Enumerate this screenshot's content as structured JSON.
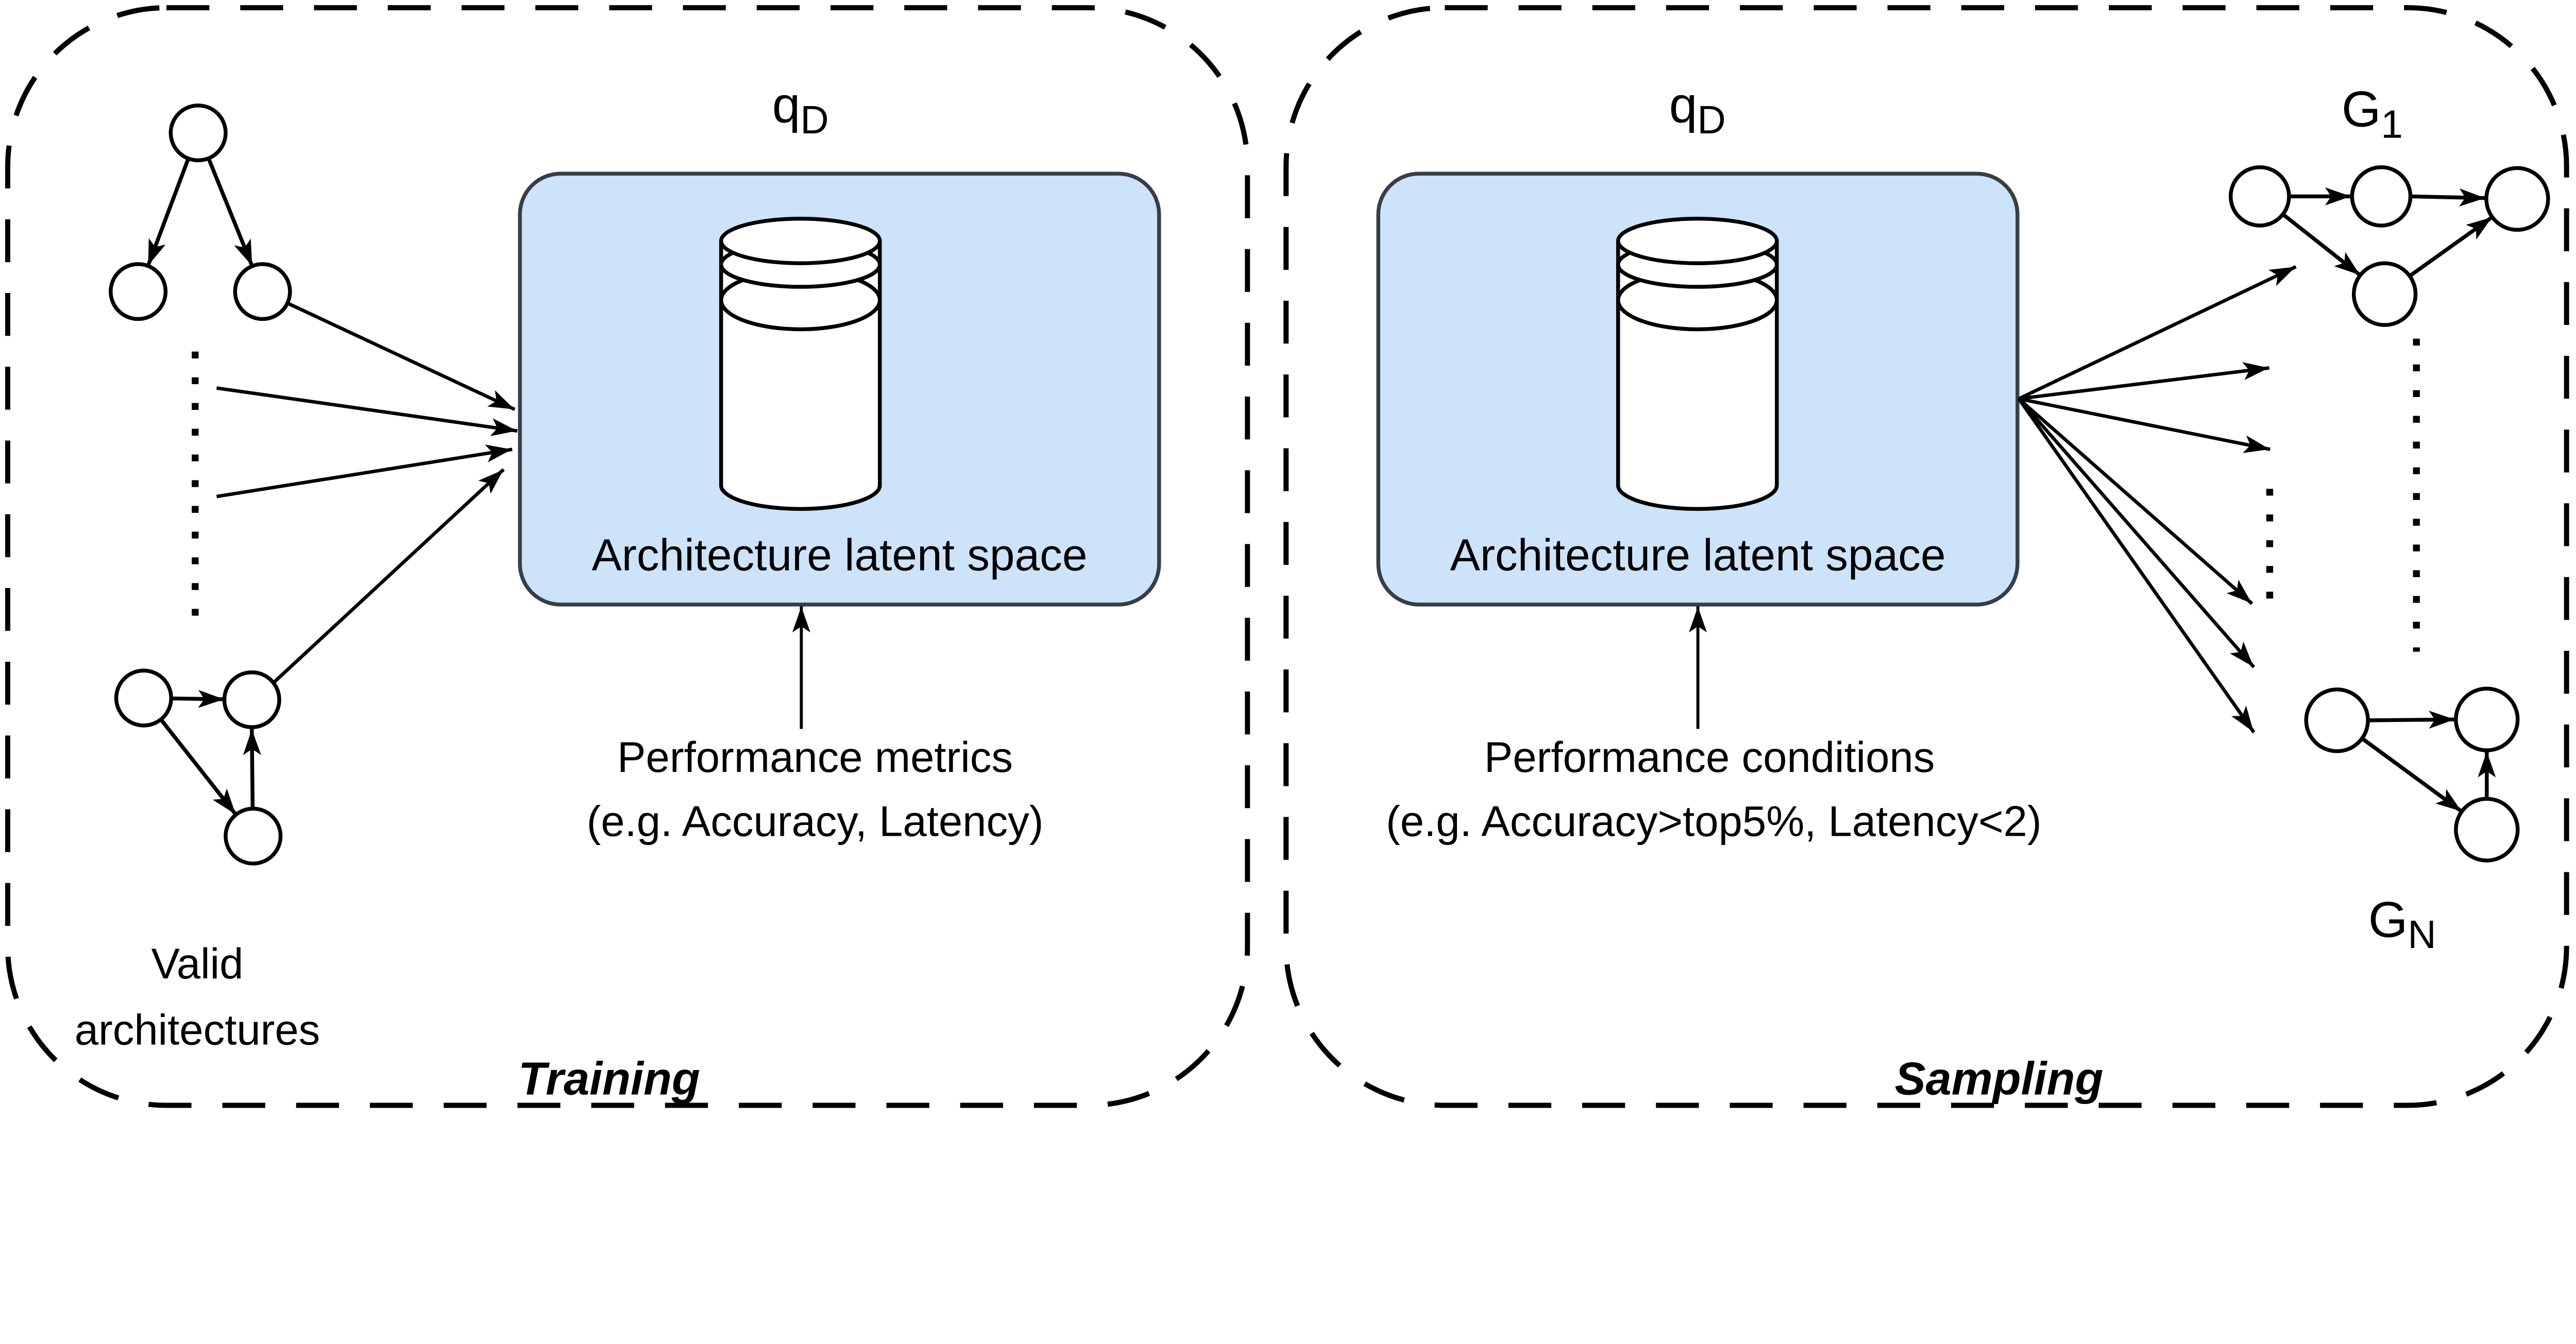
{
  "colors": {
    "background": "#ffffff",
    "latent_fill": "#cde3fa",
    "latent_stroke": "#373e47",
    "line": "#000000"
  },
  "training": {
    "caption": "Training",
    "distribution_label": {
      "main": "q",
      "sub": "D"
    },
    "latent_box_label": "Architecture latent space",
    "metrics_line1": "Performance metrics",
    "metrics_line2": "(e.g. Accuracy, Latency)",
    "valid_line1": "Valid",
    "valid_line2": "architectures"
  },
  "sampling": {
    "caption": "Sampling",
    "distribution_label": {
      "main": "q",
      "sub": "D"
    },
    "latent_box_label": "Architecture latent space",
    "conditions_line1": "Performance conditions",
    "conditions_line2": "(e.g. Accuracy>top5%, Latency<2)",
    "graph_first_label": {
      "main": "G",
      "sub": "1"
    },
    "graph_last_label": {
      "main": "G",
      "sub": "N"
    }
  }
}
